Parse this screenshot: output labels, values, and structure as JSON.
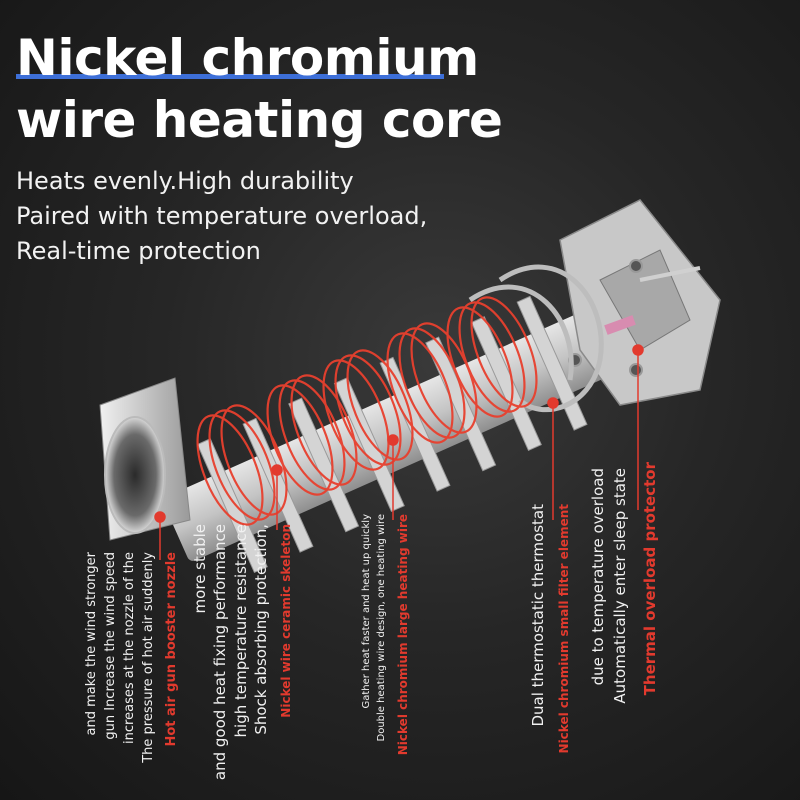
{
  "heading": {
    "line1": "Nickel chromium",
    "line2": "wire heating core"
  },
  "subheading": {
    "line1": "Heats evenly.High durability",
    "line2": "Paired with temperature overload,",
    "line3": "Real-time protection"
  },
  "callouts": {
    "thermal_protector": {
      "title": "Thermal overload protector",
      "line1": "Automatically enter sleep state",
      "line2": "due to temperature overload"
    },
    "filter_element": {
      "title": "Nickel chromium small filter element",
      "line1": "Dual thermostatic thermostat"
    },
    "heating_wire": {
      "title": "Nickel chromium large heating wire",
      "line1": "Double heating wire design, one heating wire",
      "line2": "Gather heat faster and heat up quickly"
    },
    "ceramic_skeleton": {
      "title": "Nickel wire ceramic skeleton",
      "line1": "Shock absorbing protection,",
      "line2": "high temperature resistance",
      "line3": "and good heat fixing performance",
      "line4": "more stable"
    },
    "booster_nozzle": {
      "title": "Hot air gun booster nozzle",
      "line1": "The pressure of hot air suddenly",
      "line2": "increases at the nozzle of the",
      "line3": "gun Increase the wind speed",
      "line4": "and make the wind stronger"
    }
  },
  "colors": {
    "accent_blue": "#3d6fd8",
    "callout_red": "#e23a2e",
    "coil_red": "#e8402e"
  }
}
